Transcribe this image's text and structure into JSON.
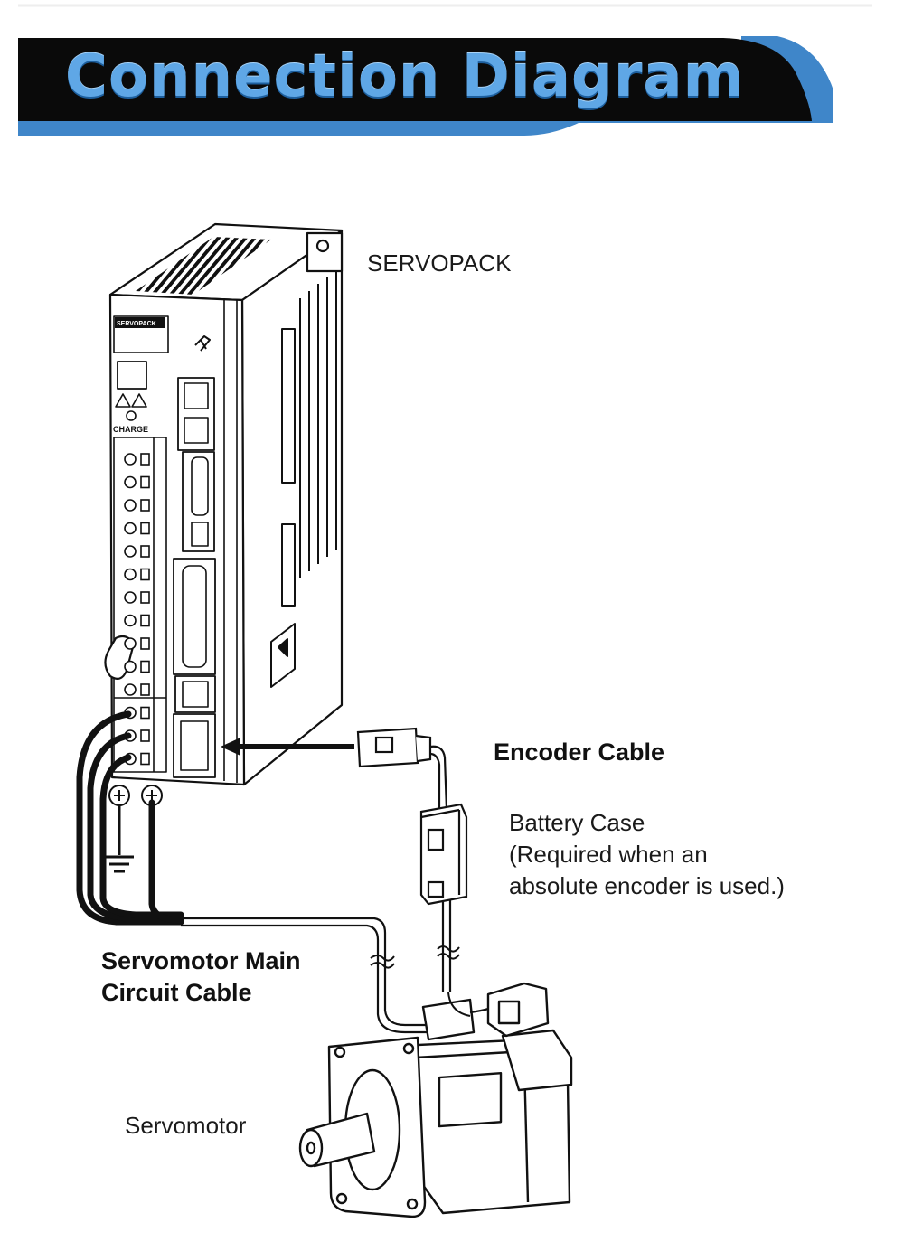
{
  "banner": {
    "title": "Connection Diagram",
    "colors": {
      "band": "#0a0a0a",
      "accent_blue": "#3f86c9",
      "title": "#5fa7e6"
    }
  },
  "labels": {
    "servopack": "SERVOPACK",
    "encoder_cable": "Encoder Cable",
    "battery_case": [
      "Battery Case",
      "(Required when an",
      "absolute encoder is used.)"
    ],
    "main_circuit_cable": [
      "Servomotor Main",
      "Circuit Cable"
    ],
    "servomotor": "Servomotor"
  },
  "device_markings": {
    "charge": "CHARGE",
    "nameplate": "SERVOPACK"
  },
  "icons": [
    "ground-symbol-icon",
    "warning-triangle-icon",
    "arrow-connector-icon"
  ]
}
